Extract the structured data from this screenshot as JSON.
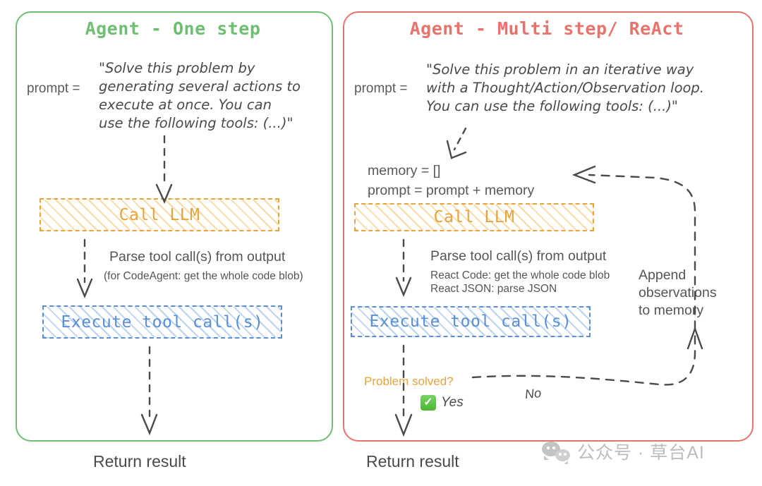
{
  "figure": {
    "title": "Agent execution loops comparison"
  },
  "panels": [
    {
      "id": "one-step",
      "title": "Agent - One step",
      "accent": "#6fbf73",
      "prompt_label": "prompt =",
      "prompt_text": "\"Solve this problem by\ngenerating several actions to\nexecute at once. You can\nuse the following tools: (...)\"",
      "llm_box": "Call LLM",
      "parse_main": "Parse tool call(s) from output",
      "parse_sub": "(for CodeAgent: get the whole code blob)",
      "tool_box": "Execute tool call(s)",
      "return_label": "Return result"
    },
    {
      "id": "multi-step",
      "title": "Agent - Multi step/ ReAct",
      "accent": "#e8736c",
      "prompt_label": "prompt =",
      "prompt_text": "\"Solve this problem in an iterative way\nwith a Thought/Action/Observation loop.\nYou can use the following tools: (...)\"",
      "memory_init": "memory = []\nprompt = prompt + memory",
      "llm_box": "Call LLM",
      "parse_main": "Parse tool call(s) from output",
      "parse_sub": "React Code: get the whole code blob\nReact JSON: parse JSON",
      "tool_box": "Execute tool call(s)",
      "append_note": "Append\nobservations\nto memory",
      "decision": "Problem solved?",
      "yes_label": "Yes",
      "yes_icon": "check-mark",
      "no_label": "No",
      "return_label": "Return result"
    }
  ],
  "colors": {
    "green_panel": "#6fbf73",
    "red_panel": "#e8736c",
    "orange_box": "#e8a33d",
    "blue_box": "#5b8fd4",
    "arrow_gray": "#4a4a4a",
    "text_gray": "#555555",
    "check_green": "#4cb535",
    "watermark_gray": "#bdbdbd"
  },
  "watermark": {
    "icon": "wechat-logo",
    "text": "公众号 · 草台AI"
  }
}
